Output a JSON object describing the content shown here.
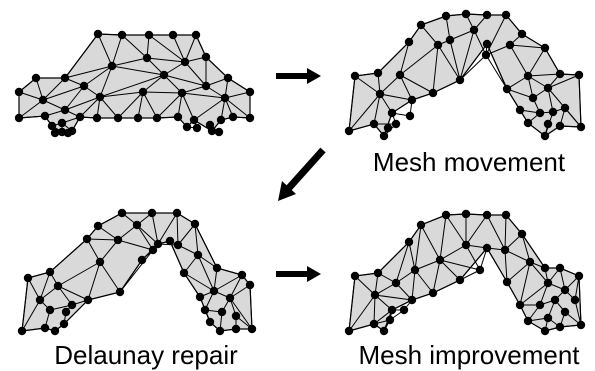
{
  "labels": {
    "movement": "Mesh movement",
    "delaunay": "Delaunay repair",
    "improvement": "Mesh improvement"
  },
  "colors": {
    "mesh_fill": "#d9d9d9",
    "edge": "#000000",
    "node": "#000000",
    "arrow": "#000000"
  },
  "panels": [
    {
      "name": "original-car-mesh",
      "label_key": ""
    },
    {
      "name": "moved-mesh",
      "label_key": "movement"
    },
    {
      "name": "delaunay-repaired-mesh",
      "label_key": "delaunay"
    },
    {
      "name": "improved-mesh",
      "label_key": "improvement"
    }
  ],
  "arrows": [
    {
      "name": "arrow-original-to-moved",
      "direction": "right"
    },
    {
      "name": "arrow-moved-to-repair",
      "direction": "down-left"
    },
    {
      "name": "arrow-repair-to-improved",
      "direction": "right"
    }
  ]
}
